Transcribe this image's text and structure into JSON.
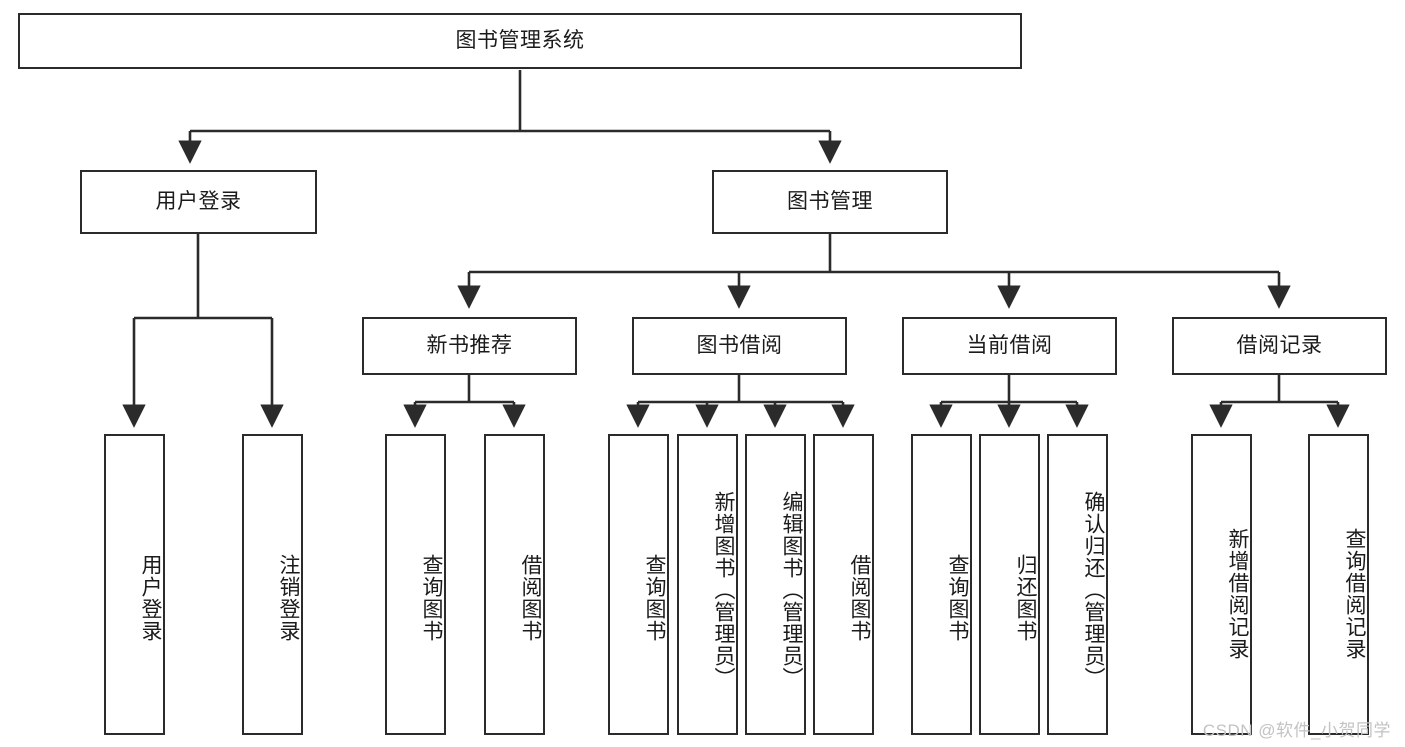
{
  "diagram": {
    "title": "图书管理系统",
    "type": "hierarchy-tree",
    "root": {
      "id": "root",
      "label": "图书管理系统"
    },
    "level2": [
      {
        "id": "user-login",
        "label": "用户登录"
      },
      {
        "id": "book-manage",
        "label": "图书管理"
      }
    ],
    "level3": [
      {
        "id": "new-book-rec",
        "label": "新书推荐",
        "parent": "book-manage"
      },
      {
        "id": "book-borrow",
        "label": "图书借阅",
        "parent": "book-manage"
      },
      {
        "id": "current-borrow",
        "label": "当前借阅",
        "parent": "book-manage"
      },
      {
        "id": "borrow-record",
        "label": "借阅记录",
        "parent": "book-manage"
      }
    ],
    "leaves": [
      {
        "id": "leaf-user-login",
        "label": "用户登录",
        "parent": "user-login"
      },
      {
        "id": "leaf-logout-login",
        "label": "注销登录",
        "parent": "user-login"
      },
      {
        "id": "leaf-query-book-1",
        "label": "查询图书",
        "parent": "new-book-rec"
      },
      {
        "id": "leaf-borrow-book-1",
        "label": "借阅图书",
        "parent": "new-book-rec"
      },
      {
        "id": "leaf-query-book-2",
        "label": "查询图书",
        "parent": "book-borrow"
      },
      {
        "id": "leaf-add-book",
        "label": "新增图书（管理员）",
        "parent": "book-borrow"
      },
      {
        "id": "leaf-edit-book",
        "label": "编辑图书（管理员）",
        "parent": "book-borrow"
      },
      {
        "id": "leaf-borrow-book-2",
        "label": "借阅图书",
        "parent": "book-borrow"
      },
      {
        "id": "leaf-query-book-3",
        "label": "查询图书",
        "parent": "current-borrow"
      },
      {
        "id": "leaf-return-book",
        "label": "归还图书",
        "parent": "current-borrow"
      },
      {
        "id": "leaf-confirm-return",
        "label": "确认归还（管理员）",
        "parent": "current-borrow"
      },
      {
        "id": "leaf-add-record",
        "label": "新增借阅记录",
        "parent": "borrow-record"
      },
      {
        "id": "leaf-query-record",
        "label": "查询借阅记录",
        "parent": "borrow-record"
      }
    ],
    "colors": {
      "stroke": "#2b2b2b",
      "fill": "#ffffff",
      "text": "#1b1b1b",
      "watermark": "#c3c3c3"
    }
  },
  "watermark": {
    "text": "CSDN @软件_小贺同学"
  }
}
